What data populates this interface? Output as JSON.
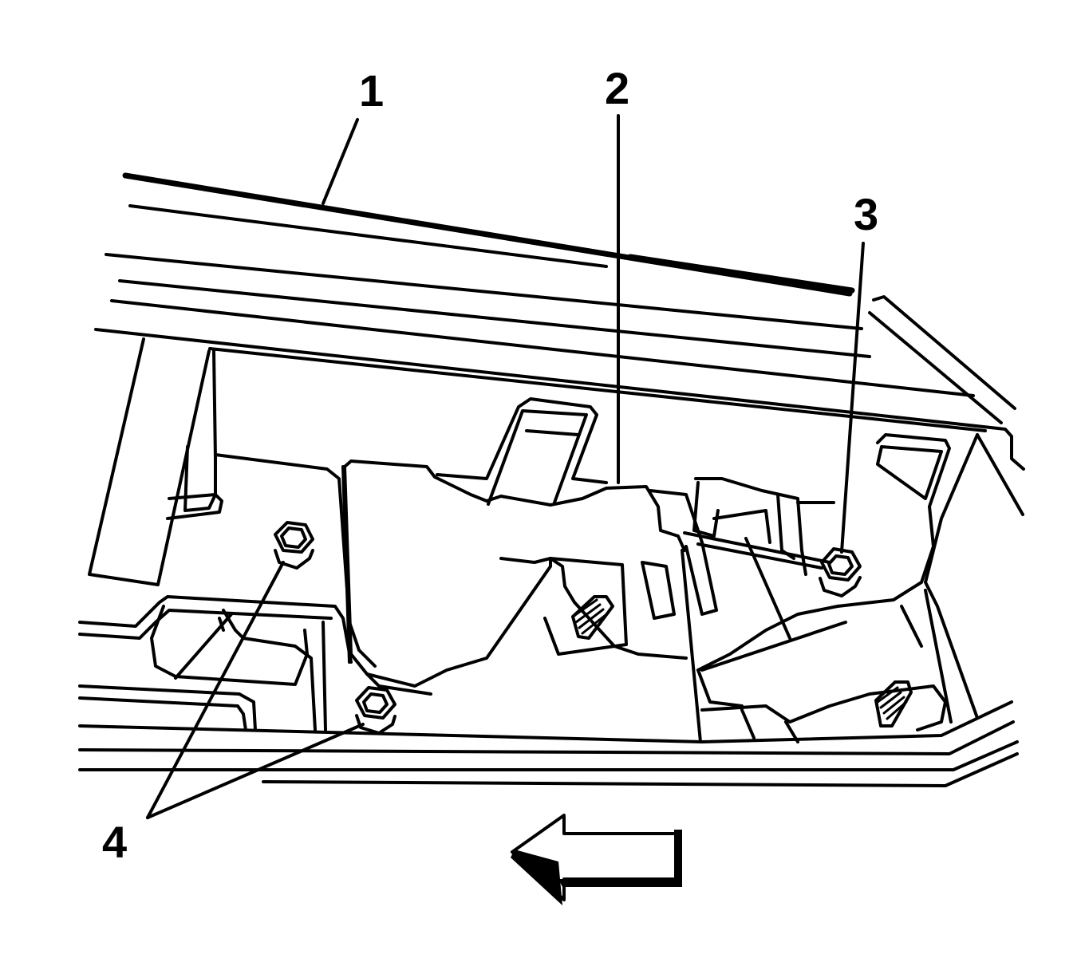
{
  "callouts": [
    {
      "id": "1",
      "text": "1"
    },
    {
      "id": "2",
      "text": "2"
    },
    {
      "id": "3",
      "text": "3"
    },
    {
      "id": "4",
      "text": "4"
    }
  ],
  "icons": {
    "direction_arrow": "arrow-left-icon",
    "fastener": "hex-nut-icon",
    "stud": "threaded-stud-icon"
  },
  "colors": {
    "line": "#000000",
    "background": "#ffffff"
  }
}
